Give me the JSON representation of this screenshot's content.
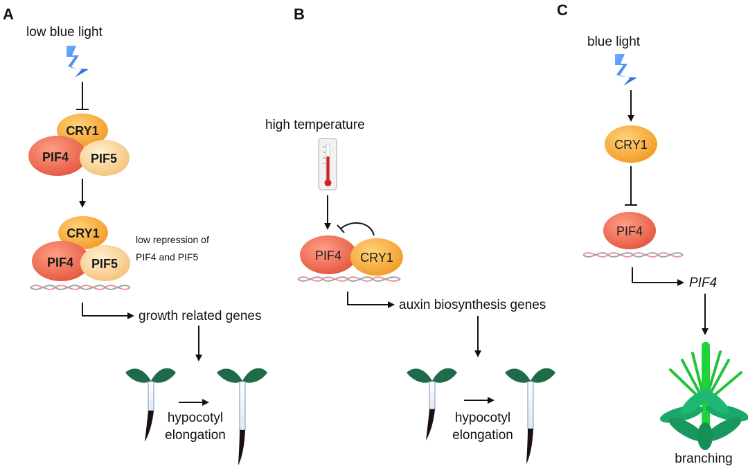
{
  "panels": {
    "a": {
      "label": "A",
      "stimulus": "low blue light",
      "complex1": {
        "top": "CRY1",
        "left": "PIF4",
        "right": "PIF5"
      },
      "complex2": {
        "top": "CRY1",
        "left": "PIF4",
        "right": "PIF5"
      },
      "note_line1": "low repression of",
      "note_line2": "PIF4 and PIF5",
      "target": "growth related genes",
      "outcome_line1": "hypocotyl",
      "outcome_line2": "elongation"
    },
    "b": {
      "label": "B",
      "stimulus": "high temperature",
      "complex": {
        "left": "PIF4",
        "right": "CRY1"
      },
      "target": "auxin biosynthesis genes",
      "outcome_line1": "hypocotyl",
      "outcome_line2": "elongation"
    },
    "c": {
      "label": "C",
      "stimulus": "blue light",
      "node1": "CRY1",
      "node2": "PIF4",
      "target": "PIF4",
      "outcome": "branching"
    }
  },
  "colors": {
    "cry1": "#f4a93a",
    "pif4": "#ee6a55",
    "pif5": "#f8cf8c",
    "lightning": "#3f7fe0",
    "seedling_leaf": "#1f6a48",
    "plant_green": "#22c23a",
    "dna_pink": "#e890a0",
    "dna_gray": "#a0a0a0"
  }
}
